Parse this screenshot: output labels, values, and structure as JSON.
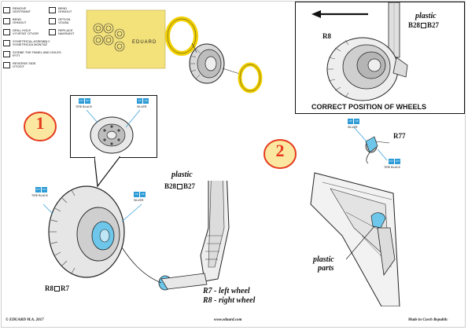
{
  "legend": [
    {
      "icon": "remove-icon",
      "text": "REMOVE\nODSTRANIT"
    },
    {
      "icon": "bend-icon",
      "text": "BEND\nOHNOUT"
    },
    {
      "icon": "bend-chamfer-icon",
      "text": "BEND\nOHNOUT"
    },
    {
      "icon": "option-icon",
      "text": "OPTION\nVOLBA"
    },
    {
      "icon": "drill-icon",
      "text": "DRILL HOLE\nVYVRTAT OTVOR"
    },
    {
      "icon": "replace-icon",
      "text": "REPLACE\nNAHRADIT"
    },
    {
      "icon": "symmetrical-icon",
      "text": "SYMETRICAL ASSEMBLY\nSYMETRICKÁ MONTÁŽ"
    },
    {
      "icon": "scribe-icon",
      "text": "SCRIBE THE PANEL AND HOLES\nRYTÍ"
    },
    {
      "icon": "reverse-icon",
      "text": "REVERSE SIDE\nOTOČIT"
    }
  ],
  "fret": {
    "label": "EDUARD"
  },
  "colors": {
    "yellow_mask": "#f3e27a",
    "ring": "#f2d000",
    "blue": "#2d9bd6",
    "circle_red": "#e53a1d",
    "circle_fill": "#fbe7a0",
    "cyan_part": "#6ec7ea"
  },
  "callout": {
    "tags": [
      {
        "codes": [
          "C17",
          "C17"
        ],
        "label": "TIRE BLACK"
      },
      {
        "codes": [
          "C6",
          "C8"
        ],
        "label": "SILVER"
      }
    ]
  },
  "correct_position": {
    "caption": "CORRECT POSITION OF WHEELS",
    "plastic_label": "plastic",
    "parts": [
      "B28",
      "B27"
    ],
    "mark": "R8"
  },
  "step1": {
    "number": "1",
    "plastic_label": "plastic",
    "parts": [
      "B28",
      "B27"
    ],
    "wheel_mark_a": "R8",
    "wheel_mark_b": "R7",
    "note1": "R7 - left wheel",
    "note2": "R8 - right wheel",
    "tags": [
      {
        "codes": [
          "C17",
          "C17"
        ],
        "label": "TIRE BLACK"
      },
      {
        "codes": [
          "C6",
          "C8"
        ],
        "label": "SILVER"
      }
    ]
  },
  "step2": {
    "number": "2",
    "part": "R77",
    "plastic_label": "plastic",
    "plastic_label2": "parts",
    "tags": [
      {
        "codes": [
          "C6",
          "C8"
        ],
        "label": "SILVER"
      },
      {
        "codes": [
          "C17",
          "C17"
        ],
        "label": "TIRE BLACK"
      }
    ]
  },
  "footer": {
    "copyright": "© EDUARD M.A. 2017",
    "url": "www.eduard.com",
    "origin": "Made in Czech Republic"
  }
}
